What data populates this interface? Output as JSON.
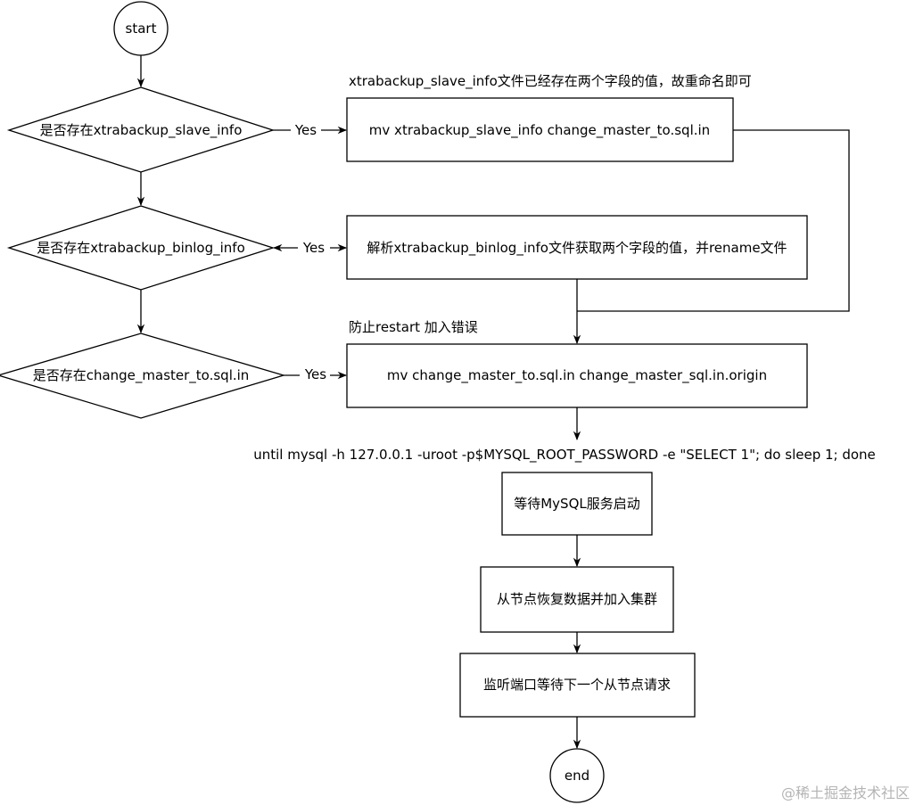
{
  "terminals": {
    "start": "start",
    "end": "end"
  },
  "decisions": {
    "d1": "是否存在xtrabackup_slave_info",
    "d2": "是否存在xtrabackup_binlog_info",
    "d3": "是否存在change_master_to.sql.in"
  },
  "processes": {
    "p1": "mv xtrabackup_slave_info change_master_to.sql.in",
    "p2": "解析xtrabackup_binlog_info文件获取两个字段的值，并rename文件",
    "p3": "mv change_master_to.sql.in change_master_sql.in.origin",
    "p4": "等待MySQL服务启动",
    "p5": "从节点恢复数据并加入集群",
    "p6": "监听端口等待下一个从节点请求"
  },
  "edge_labels": {
    "yes1": "Yes",
    "yes2": "Yes",
    "yes3": "Yes"
  },
  "annotations": {
    "a1": "xtrabackup_slave_info文件已经存在两个字段的值，故重命名即可",
    "a2": "防止restart 加入错误",
    "a3": "until mysql -h 127.0.0.1 -uroot -p$MYSQL_ROOT_PASSWORD -e \"SELECT 1\"; do sleep 1; done"
  },
  "watermark": "@稀土掘金技术社区"
}
